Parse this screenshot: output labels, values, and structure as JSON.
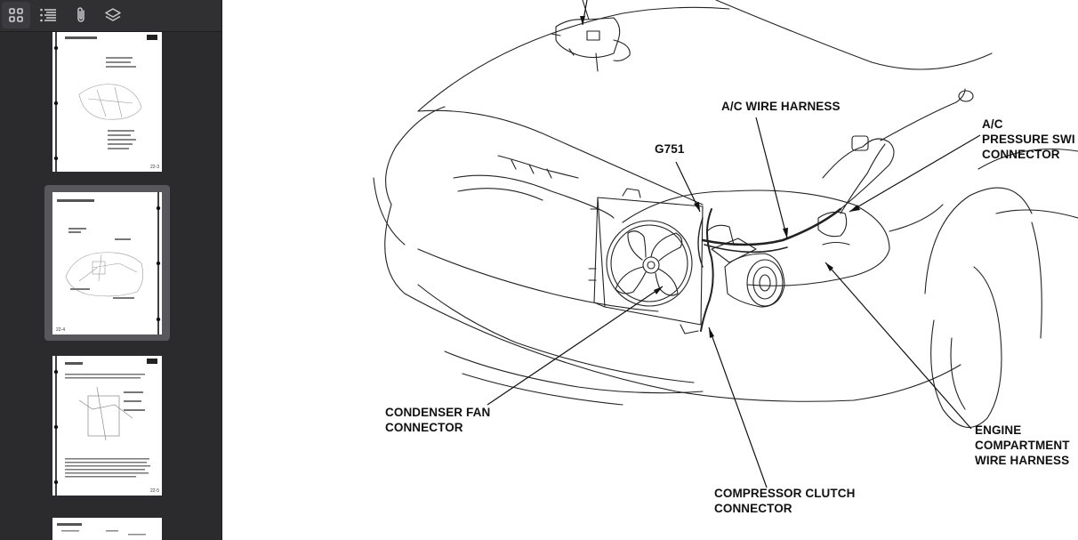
{
  "toolbar": {
    "tools": [
      {
        "name": "thumbnails",
        "icon": "grid-icon",
        "active": true
      },
      {
        "name": "outline",
        "icon": "list-icon",
        "active": false
      },
      {
        "name": "attachments",
        "icon": "paperclip-icon",
        "active": false
      },
      {
        "name": "layers",
        "icon": "layers-icon",
        "active": false
      }
    ]
  },
  "thumbnails": [
    {
      "title": "Rear seat halves",
      "page": "22-3",
      "selected": false
    },
    {
      "title": "Wiring/Connector Locations",
      "page": "22-4",
      "selected": true
    },
    {
      "title": "Description",
      "page": "22-5",
      "selected": false
    },
    {
      "title": "Circuit Diagram",
      "page": "",
      "selected": false
    }
  ],
  "diagram": {
    "labels": {
      "ac_wire_harness": "A/C WIRE HARNESS",
      "g751": "G751",
      "ac_pressure_switch": "A/C\nPRESSURE SWI\nCONNECTOR",
      "condenser_fan": "CONDENSER FAN\nCONNECTOR",
      "engine_compartment": "ENGINE\nCOMPARTMENT\nWIRE HARNESS",
      "compressor_clutch": "COMPRESSOR CLUTCH\nCONNECTOR"
    }
  },
  "colors": {
    "sidebar_bg": "#2b2b2d",
    "toolbar_bg": "#303033",
    "selected_bg": "#58585c",
    "icon": "#c8c8cc"
  }
}
